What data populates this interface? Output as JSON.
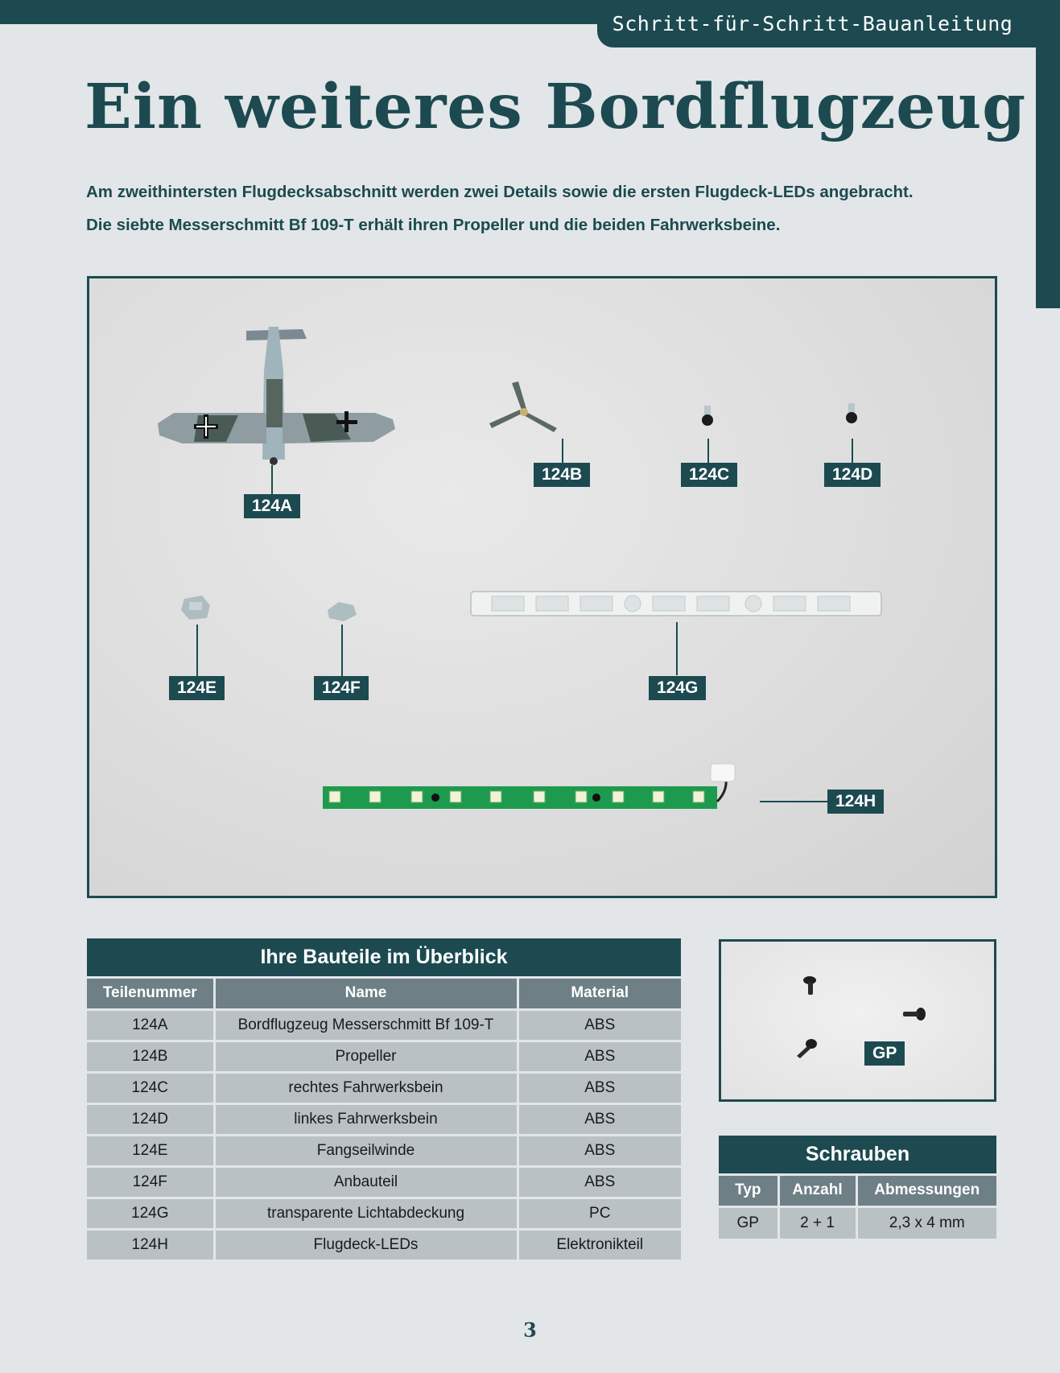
{
  "header": {
    "section_title": "Schritt-für-Schritt-Bauanleitung"
  },
  "page": {
    "title": "Ein weiteres Bordflugzeug",
    "intro_line_1": "Am zweithintersten Flugdecksabschnitt werden zwei Details sowie die ersten Flugdeck-LEDs angebracht.",
    "intro_line_2": "Die siebte Messerschmitt Bf 109-T erhält ihren Propeller und die beiden Fahrwerksbeine.",
    "number": "3"
  },
  "photo_labels": {
    "a": "124A",
    "b": "124B",
    "c": "124C",
    "d": "124D",
    "e": "124E",
    "f": "124F",
    "g": "124G",
    "h": "124H"
  },
  "parts_table": {
    "title": "Ihre Bauteile im Überblick",
    "columns": [
      "Teilenummer",
      "Name",
      "Material"
    ],
    "rows": [
      [
        "124A",
        "Bordflugzeug Messerschmitt Bf 109-T",
        "ABS"
      ],
      [
        "124B",
        "Propeller",
        "ABS"
      ],
      [
        "124C",
        "rechtes Fahrwerksbein",
        "ABS"
      ],
      [
        "124D",
        "linkes Fahrwerksbein",
        "ABS"
      ],
      [
        "124E",
        "Fangseilwinde",
        "ABS"
      ],
      [
        "124F",
        "Anbauteil",
        "ABS"
      ],
      [
        "124G",
        "transparente Lichtabdeckung",
        "PC"
      ],
      [
        "124H",
        "Flugdeck-LEDs",
        "Elektronikteil"
      ]
    ]
  },
  "screw_photo": {
    "label": "GP"
  },
  "screw_table": {
    "title": "Schrauben",
    "columns": [
      "Typ",
      "Anzahl",
      "Abmessungen"
    ],
    "rows": [
      [
        "GP",
        "2 + 1",
        "2,3 x 4 mm"
      ]
    ]
  },
  "colors": {
    "accent": "#1c4a50",
    "header_cell": "#6e7f86",
    "body_cell": "#b9c1c5",
    "background": "#e2e6e8"
  }
}
